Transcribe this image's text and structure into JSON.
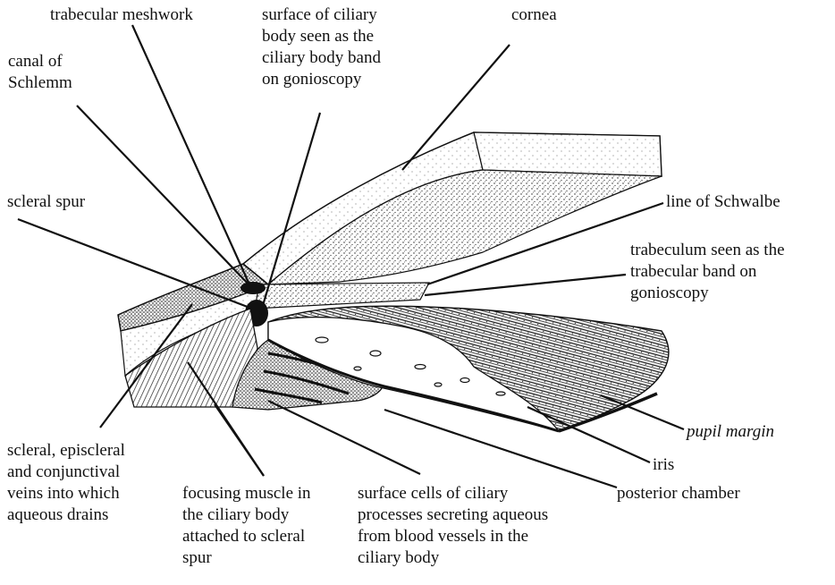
{
  "labels": {
    "trabecular_meshwork": [
      "trabecular meshwork"
    ],
    "canal_of_schlemm": [
      "canal of",
      "Schlemm"
    ],
    "ciliary_body_surface": [
      "surface of ciliary",
      "body seen as the",
      "ciliary body band",
      "on gonioscopy"
    ],
    "cornea": [
      "cornea"
    ],
    "scleral_spur": [
      "scleral spur"
    ],
    "line_of_schwalbe": [
      "line of Schwalbe"
    ],
    "trabeculum": [
      "trabeculum seen as the",
      "trabecular band on",
      "gonioscopy"
    ],
    "pupil_margin": [
      "pupil margin"
    ],
    "iris": [
      "iris"
    ],
    "posterior_chamber": [
      "posterior chamber"
    ],
    "scleral_veins": [
      "scleral, episcleral",
      "and conjunctival",
      "veins into which",
      "aqueous drains"
    ],
    "focusing_muscle": [
      "focusing muscle in",
      "the ciliary body",
      "attached to scleral",
      "spur"
    ],
    "ciliary_processes": [
      "surface cells of ciliary",
      "processes secreting aqueous",
      "from blood vessels in the",
      "ciliary body"
    ]
  },
  "colors": {
    "ink": "#111111",
    "background": "#ffffff"
  }
}
